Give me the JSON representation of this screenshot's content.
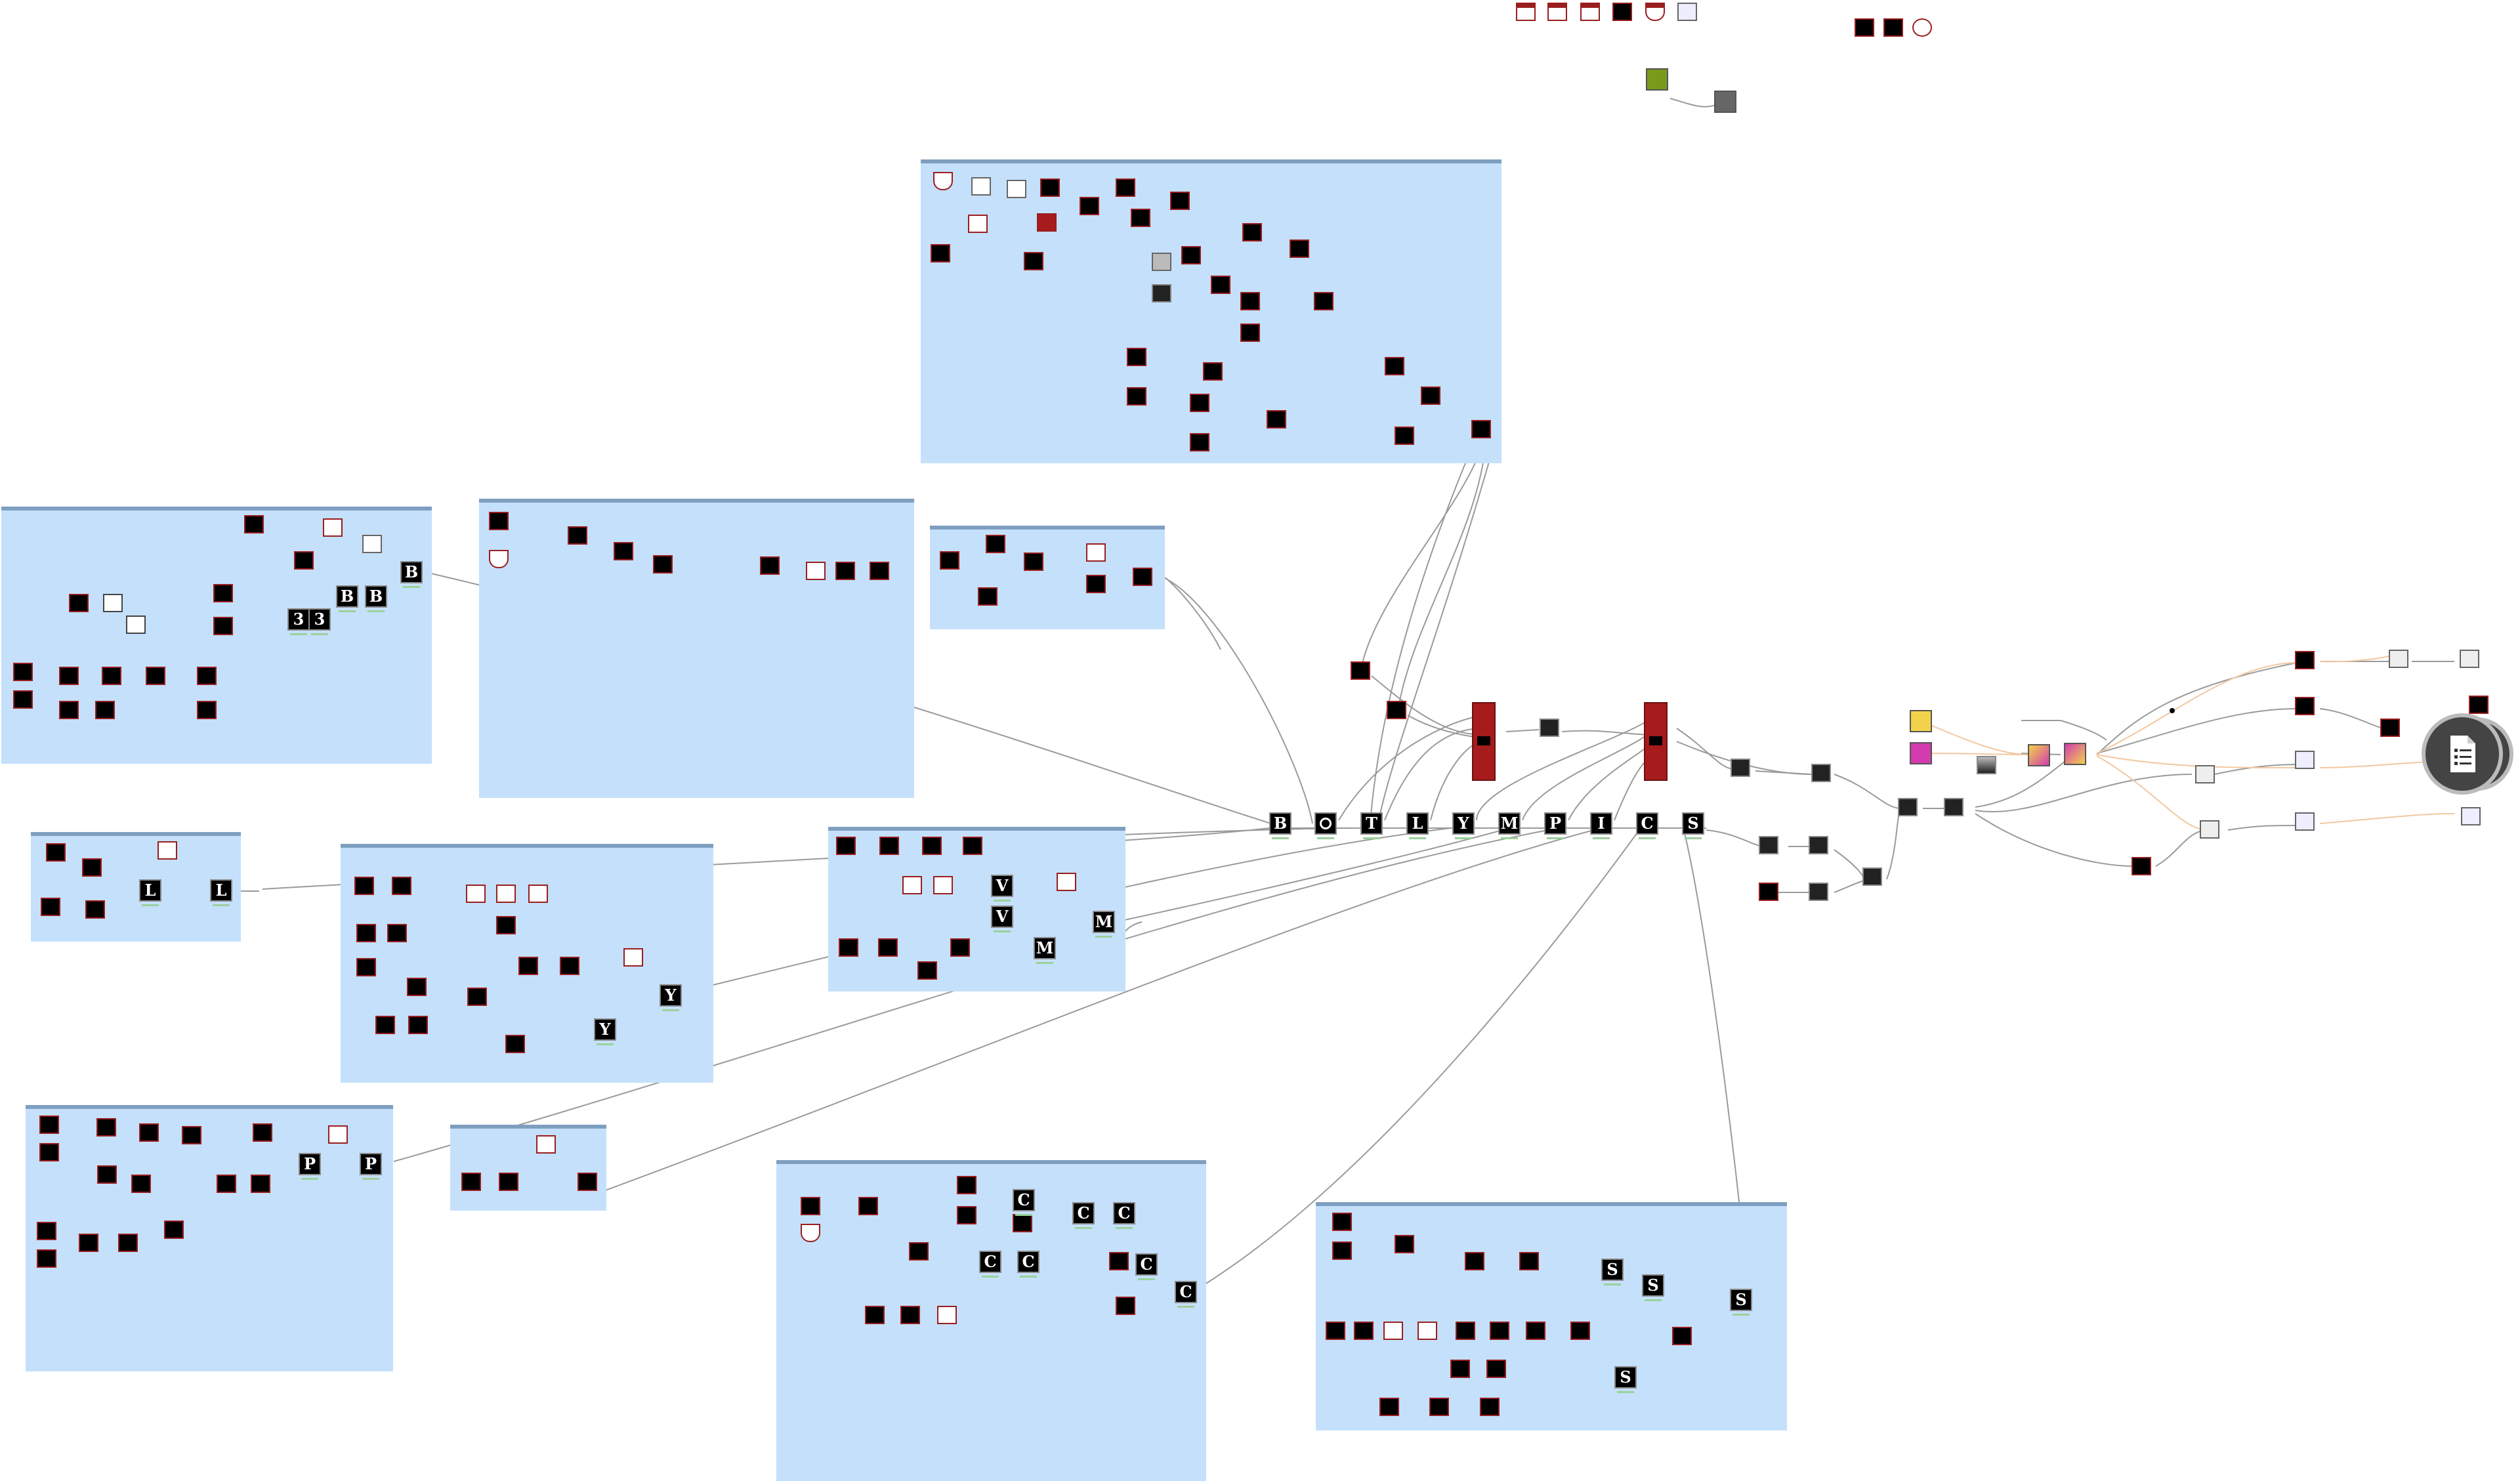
{
  "canvas": {
    "background": "#ffffff",
    "group_fill": "#c5e0fb",
    "group_header": "#7f9fc1",
    "wire_color": "#9a9a9a",
    "accent_red": "#a61c1c"
  },
  "main_chain": {
    "nodes": [
      {
        "label": "B",
        "icon": "letter-b-node"
      },
      {
        "label": "",
        "icon": "circle-node"
      },
      {
        "label": "T",
        "icon": "letter-t-node"
      },
      {
        "label": "L",
        "icon": "letter-l-node"
      },
      {
        "label": "Y",
        "icon": "letter-y-node"
      },
      {
        "label": "M",
        "icon": "letter-m-node"
      },
      {
        "label": "P",
        "icon": "letter-p-node"
      },
      {
        "label": "I",
        "icon": "letter-i-node"
      },
      {
        "label": "C",
        "icon": "letter-c-node"
      },
      {
        "label": "S",
        "icon": "letter-s-node"
      }
    ]
  },
  "group_labels": {
    "b_group": [
      "B",
      "B",
      "B",
      "3",
      "3"
    ],
    "l_group": [
      "L",
      "L"
    ],
    "y_group": [
      "Y",
      "Y"
    ],
    "m_group": [
      "V",
      "V",
      "M",
      "M"
    ],
    "p_group": [
      "P",
      "P"
    ],
    "c_group": [
      "C",
      "C",
      "C",
      "C",
      "C",
      "C"
    ],
    "s_group": [
      "S",
      "S",
      "S"
    ]
  },
  "output_icon": "document-list-icon"
}
